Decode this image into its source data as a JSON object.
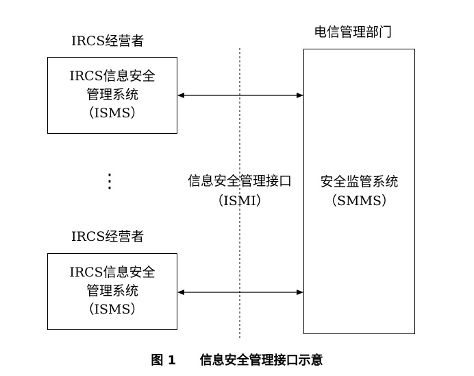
{
  "top_operator_label": "IRCS经营者",
  "bottom_operator_label": "IRCS经营者",
  "telecom_label": "电信管理部门",
  "top_isms_box": {
    "line1": "IRCS信息安全",
    "line2": "管理系统",
    "line3": "（ISMS）"
  },
  "bottom_isms_box": {
    "line1": "IRCS信息安全",
    "line2": "管理系统",
    "line3": "（ISMS）"
  },
  "smms_box": {
    "line1": "安全监管系统",
    "line2": "（SMMS）"
  },
  "interface": {
    "line1": "信息安全管理接口",
    "line2": "（ISMI）"
  },
  "ellipsis": "⋮",
  "caption": {
    "figure_no": "图 1",
    "title": "信息安全管理接口示意"
  }
}
